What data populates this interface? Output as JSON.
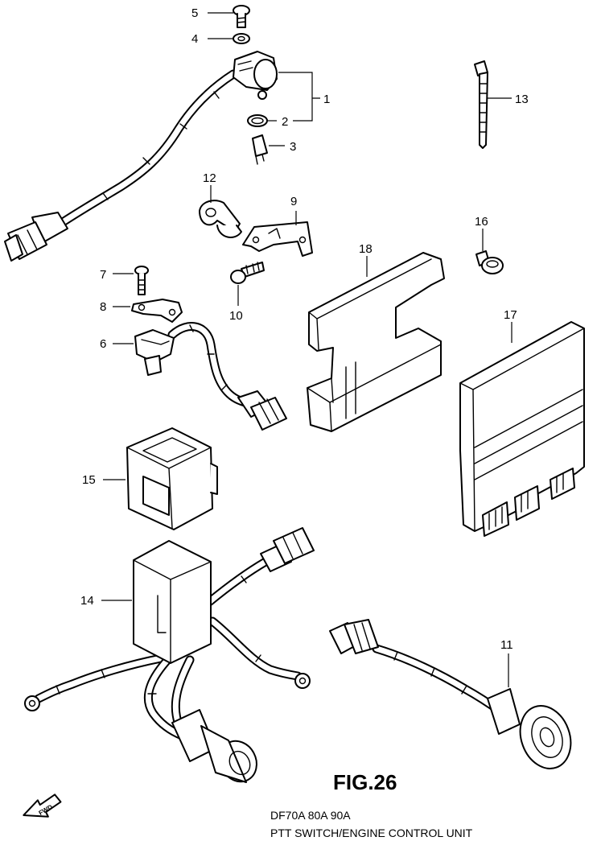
{
  "figure": {
    "label": "FIG.26",
    "model": "DF70A 80A 90A",
    "title": "PTT SWITCH/ENGINE CONTROL UNIT",
    "fwd_label": "FWD"
  },
  "callouts": {
    "n1": "1",
    "n2": "2",
    "n3": "3",
    "n4": "4",
    "n5": "5",
    "n6": "6",
    "n7": "7",
    "n8": "8",
    "n9": "9",
    "n10": "10",
    "n11": "11",
    "n12": "12",
    "n13": "13",
    "n14": "14",
    "n15": "15",
    "n16": "16",
    "n17": "17",
    "n18": "18"
  }
}
